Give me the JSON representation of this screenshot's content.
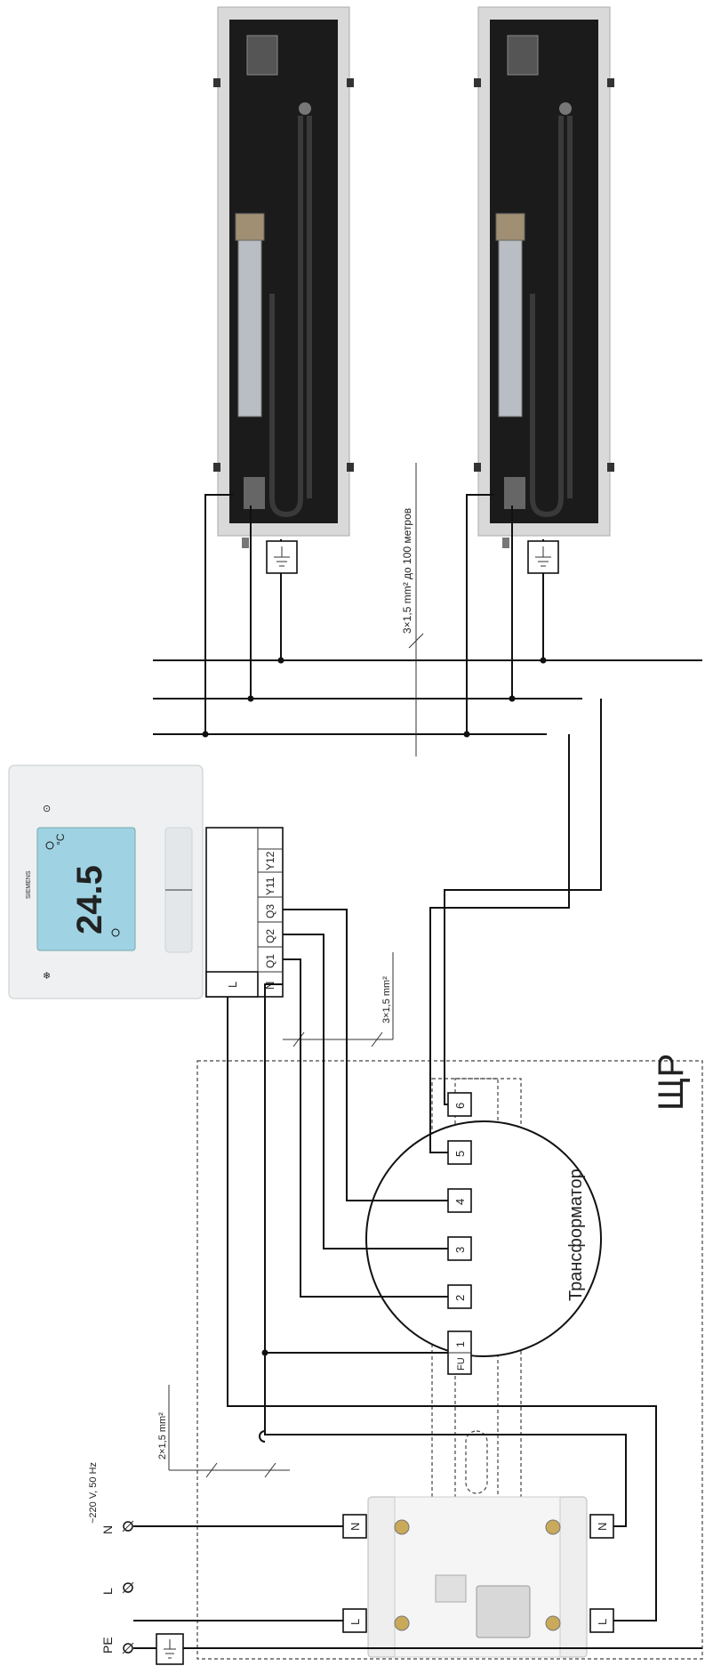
{
  "power_supply": {
    "label": "~220 V, 50 Hz",
    "n": "N",
    "l": "L",
    "pe": "PE"
  },
  "cable_annotations": {
    "feed": "2×1,5 mm²",
    "thermostat": "3×1,5 mm²",
    "convectors": "3×1,5 mm² до 100 метров"
  },
  "panel": {
    "label": "ЩР"
  },
  "transformer": {
    "label": "Трансформатор",
    "fuse": "FU",
    "terminals": [
      "1",
      "2",
      "3",
      "4",
      "5",
      "6"
    ]
  },
  "breaker": {
    "in": [
      "N",
      "L"
    ],
    "out": [
      "N",
      "L"
    ]
  },
  "thermostat": {
    "brand": "SIEMENS",
    "display_temp": "24.5",
    "unit": "°C",
    "terminals": [
      "L",
      "N",
      "Q1",
      "Q2",
      "Q3",
      "Y11",
      "Y12"
    ]
  },
  "colors": {
    "line": "#111111",
    "convector_body": "#1b1b1b",
    "convector_frame": "#d9d9d9",
    "lcd": "#9fd3e3",
    "breaker": "#eeeeee"
  }
}
